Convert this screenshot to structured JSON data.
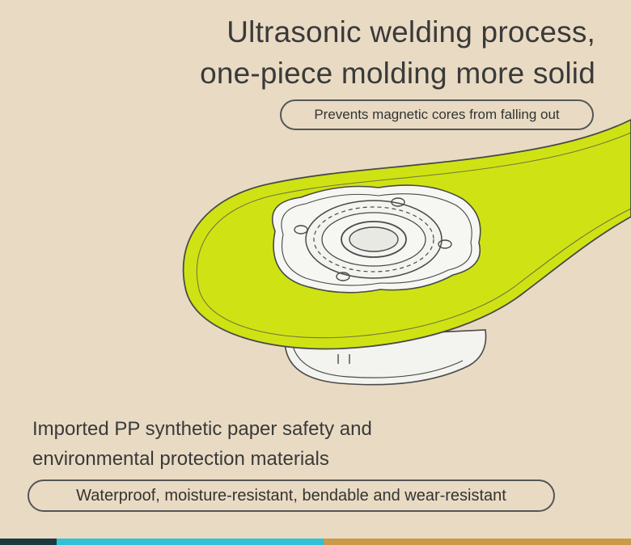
{
  "heading": {
    "line1": "Ultrasonic welding process,",
    "line2": "one-piece molding more solid"
  },
  "feature_top": "Prevents magnetic cores from falling out",
  "material": {
    "line1": "Imported PP synthetic paper safety and",
    "line2": "environmental protection materials"
  },
  "feature_bottom": "Waterproof, moisture-resistant, bendable and wear-resistant",
  "colors": {
    "background": "#e9dbc3",
    "board": "#cfe314",
    "outline": "#4a4a4a",
    "plate": "#f3f3ef"
  }
}
